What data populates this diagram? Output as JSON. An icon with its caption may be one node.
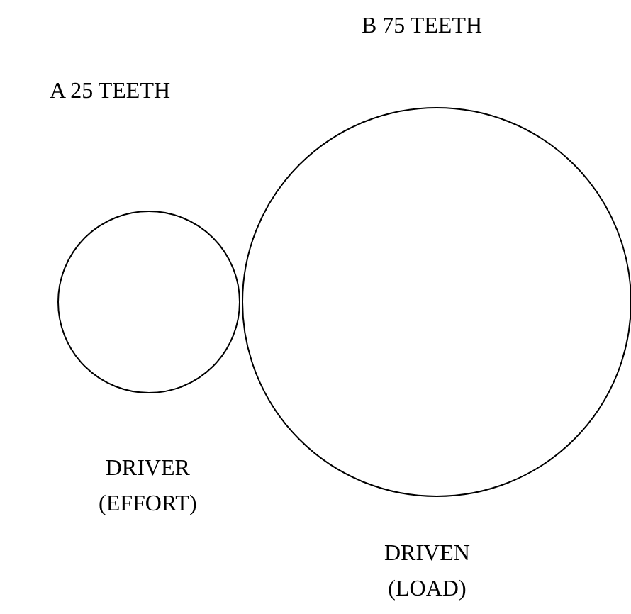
{
  "diagram": {
    "nodes": [
      {
        "text": [],
        "shape": "circle",
        "beside": [
          "DRIVER (EFFORT)"
        ]
      },
      {
        "text": [],
        "shape": "circle",
        "beside": [
          "B 75 TEETH",
          "DRIVEN (LOAD)"
        ]
      }
    ],
    "labels": [
      "A 25 TEETH"
    ]
  }
}
